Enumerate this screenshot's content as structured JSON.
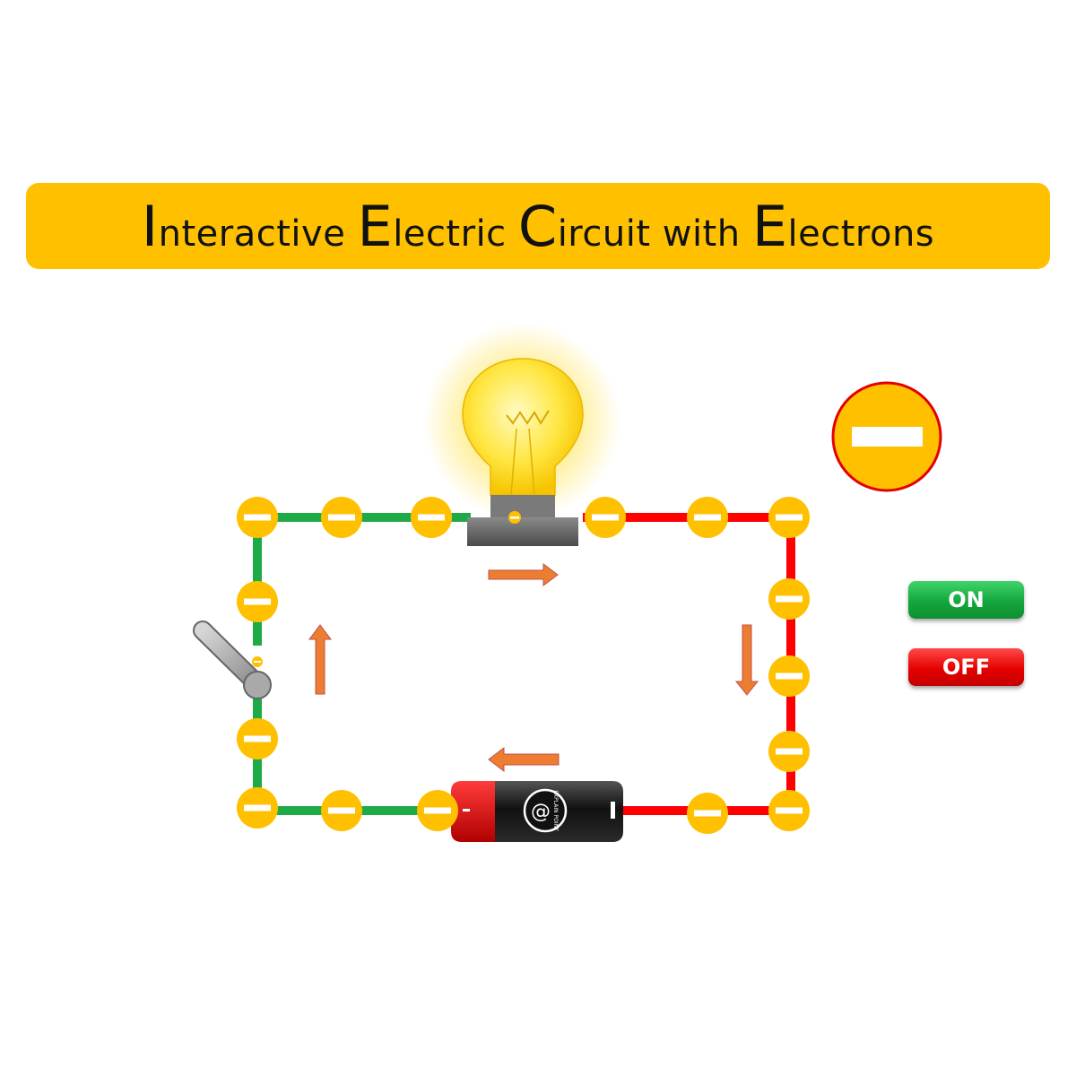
{
  "title": {
    "parts": [
      {
        "cap": "I",
        "rest": "nteractive "
      },
      {
        "cap": "E",
        "rest": "lectric "
      },
      {
        "cap": "C",
        "rest": "ircuit with "
      },
      {
        "cap": "E",
        "rest": "lectrons"
      }
    ]
  },
  "buttons": {
    "on_label": "ON",
    "off_label": "OFF"
  },
  "battery": {
    "logo_text": "EXPLAIN POINT"
  },
  "icons": {
    "electron": "electron-minus-icon",
    "legend_electron": "electron-legend-icon",
    "bulb": "light-bulb-icon",
    "switch": "switch-lever-icon",
    "battery": "battery-icon",
    "arrow": "current-arrow-icon"
  },
  "colors": {
    "title_bg": "#FFC000",
    "wire_negative": "#1FAA48",
    "wire_positive": "#FF0000",
    "electron": "#FFC000",
    "arrow": "#ED7D31",
    "on_button": "#14A63C",
    "off_button": "#E60000"
  },
  "state": {
    "bulb_lit": true,
    "switch_closed": false
  }
}
